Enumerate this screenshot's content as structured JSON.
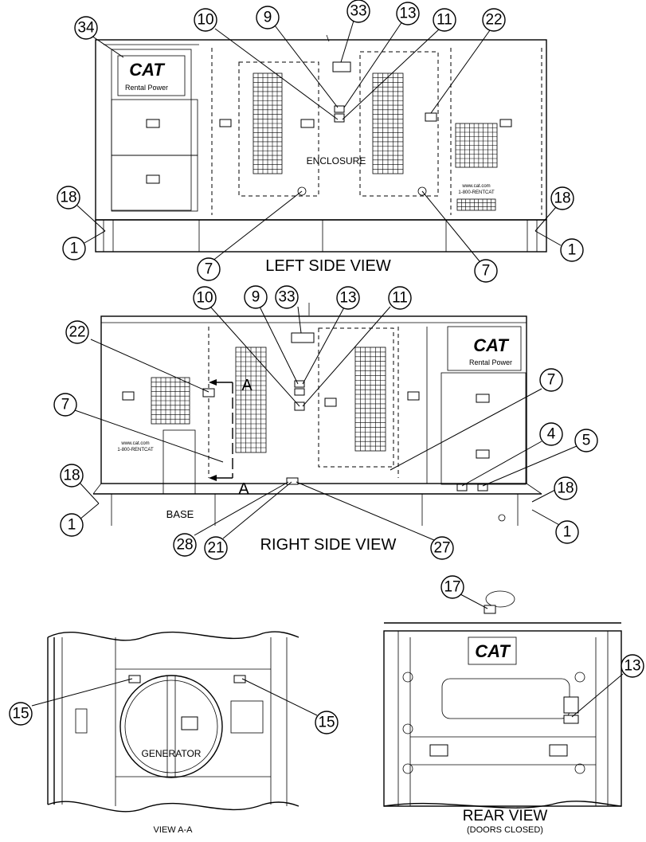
{
  "views": {
    "left_side": "LEFT SIDE VIEW",
    "right_side": "RIGHT SIDE VIEW",
    "view_a_a": "VIEW A-A",
    "rear": "REAR VIEW",
    "rear_note": "(DOORS CLOSED)"
  },
  "labels": {
    "enclosure": "ENCLOSURE",
    "base": "BASE",
    "generator": "GENERATOR",
    "section_a": "A"
  },
  "logos": {
    "brand": "CAT",
    "tagline": "Rental Power"
  },
  "callouts": {
    "l34": "34",
    "l10": "10",
    "l9": "9",
    "l33": "33",
    "l13": "13",
    "l11": "11",
    "l22": "22",
    "l18a": "18",
    "l1a": "1",
    "l7a": "7",
    "l7b": "7",
    "l18b": "18",
    "l1b": "1",
    "r10": "10",
    "r9": "9",
    "r33": "33",
    "r13": "13",
    "r11": "11",
    "r22": "22",
    "r7a": "7",
    "r7b": "7",
    "r4": "4",
    "r5": "5",
    "r18a": "18",
    "r1a": "1",
    "r18b": "18",
    "r1b": "1",
    "r28": "28",
    "r21": "21",
    "r27": "27",
    "a15a": "15",
    "a15b": "15",
    "b17": "17",
    "b13": "13"
  }
}
